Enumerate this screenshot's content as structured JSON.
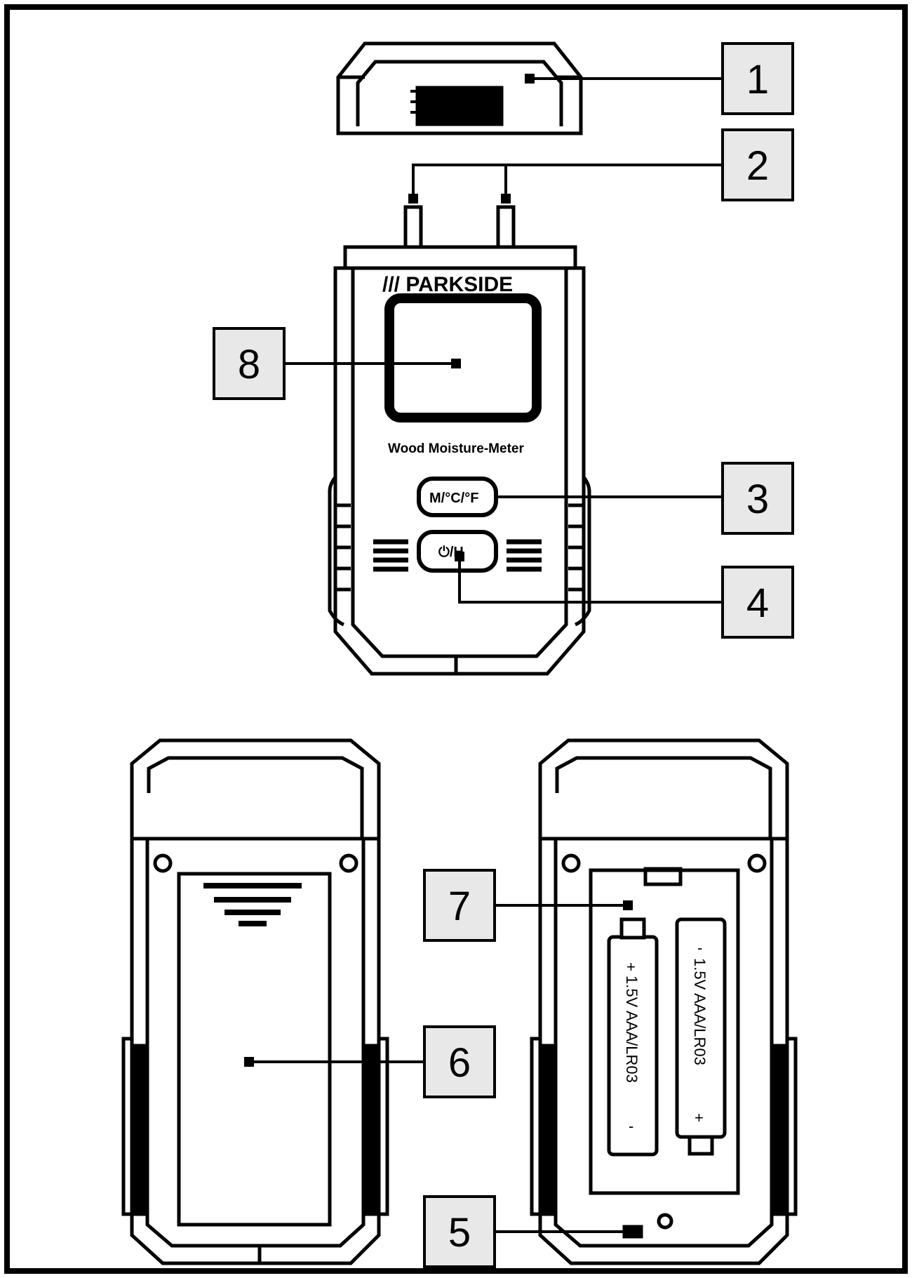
{
  "brand": "/// PARKSIDE",
  "device_label": "Wood Moisture-Meter",
  "mode_button_label": "M/°C/°F",
  "power_button_label": "⏻/H",
  "callouts": [
    {
      "id": "1",
      "label": "1"
    },
    {
      "id": "2",
      "label": "2"
    },
    {
      "id": "3",
      "label": "3"
    },
    {
      "id": "4",
      "label": "4"
    },
    {
      "id": "5",
      "label": "5"
    },
    {
      "id": "6",
      "label": "6"
    },
    {
      "id": "7",
      "label": "7"
    },
    {
      "id": "8",
      "label": "8"
    }
  ],
  "batteries": [
    {
      "plus": "+",
      "text": "1.5V  AAA/LR03",
      "minus": "-"
    },
    {
      "plus": "+",
      "text": "1.5V  AAA/LR03",
      "minus": "-"
    }
  ],
  "colors": {
    "line": "#000000",
    "callout_fill": "#e8e8e8",
    "background": "#ffffff"
  }
}
